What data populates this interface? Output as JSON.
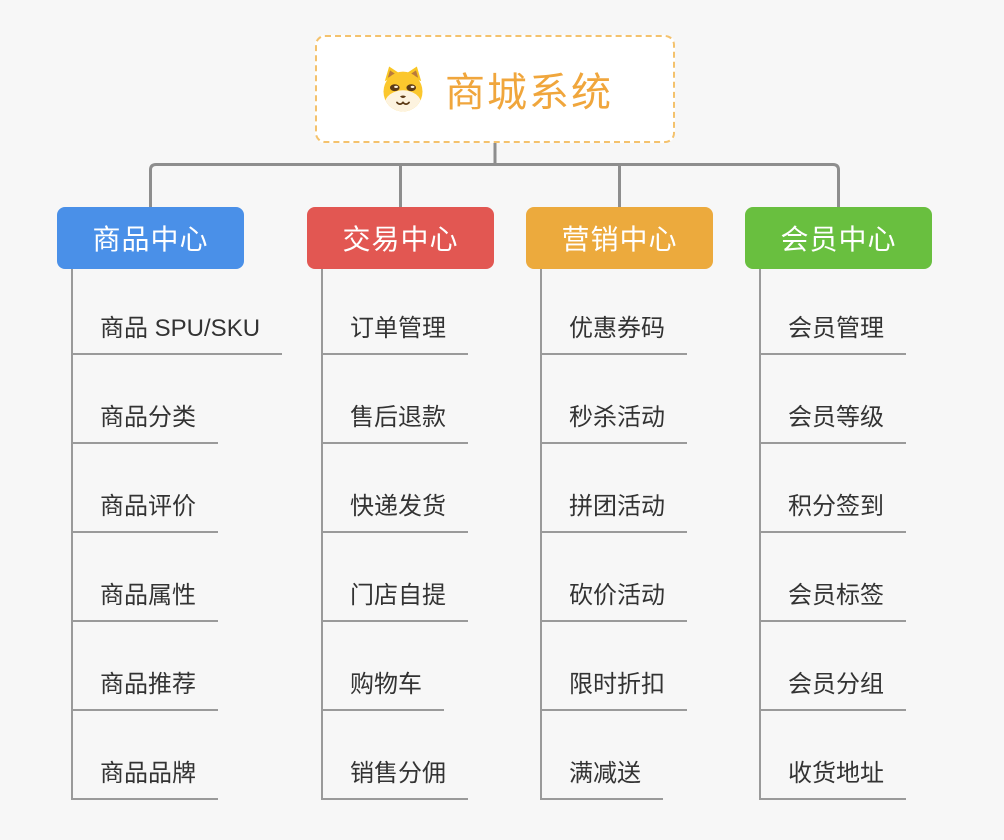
{
  "root": {
    "title": "商城系统",
    "icon": "shiba-dog-icon"
  },
  "colors": {
    "connector": "#8e8e8e",
    "underline": "#9a9a9a",
    "item_text": "#333333",
    "root_accent": "#f0a63c",
    "root_border": "#f4c26d",
    "background": "#f7f7f7",
    "branch_text": "#ffffff"
  },
  "branches": [
    {
      "label": "商品中心",
      "color": "#4a90e8",
      "items": [
        "商品 SPU/SKU",
        "商品分类",
        "商品评价",
        "商品属性",
        "商品推荐",
        "商品品牌"
      ]
    },
    {
      "label": "交易中心",
      "color": "#e25752",
      "items": [
        "订单管理",
        "售后退款",
        "快递发货",
        "门店自提",
        "购物车",
        "销售分佣"
      ]
    },
    {
      "label": "营销中心",
      "color": "#ecaa3d",
      "items": [
        "优惠券码",
        "秒杀活动",
        "拼团活动",
        "砍价活动",
        "限时折扣",
        "满减送"
      ]
    },
    {
      "label": "会员中心",
      "color": "#69bf3f",
      "items": [
        "会员管理",
        "会员等级",
        "积分签到",
        "会员标签",
        "会员分组",
        "收货地址"
      ]
    }
  ]
}
